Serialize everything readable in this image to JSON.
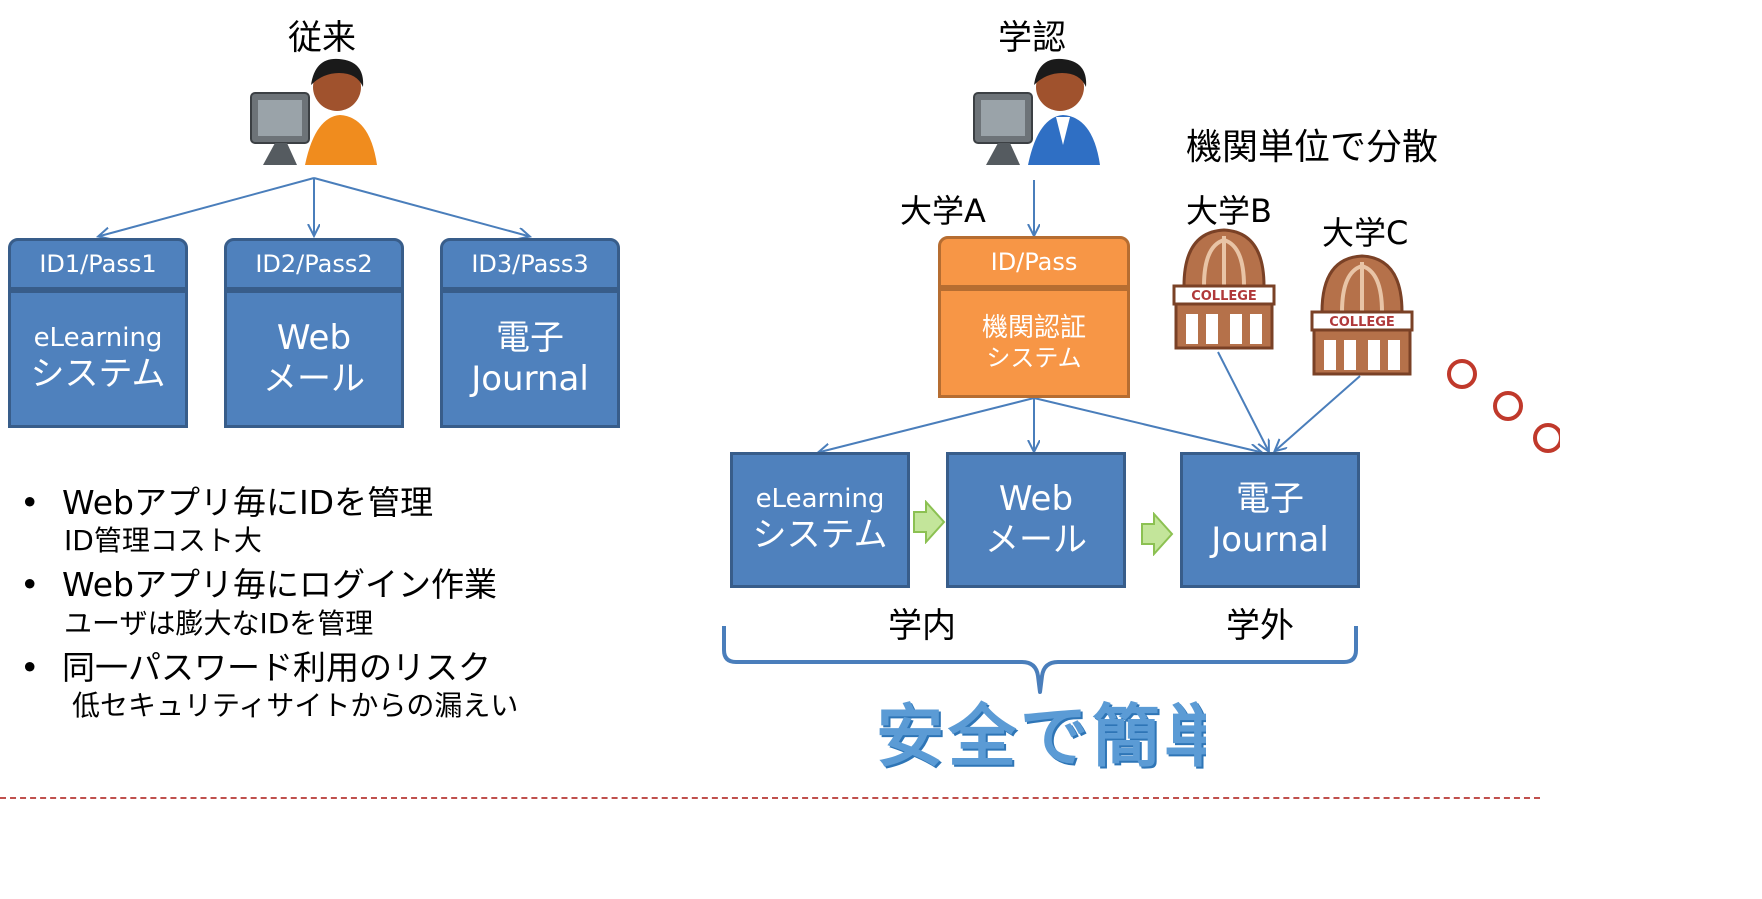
{
  "left": {
    "title": "従来",
    "boxes": [
      {
        "id_label": "ID1/Pass1",
        "line1": "eLearning",
        "line2": "システム"
      },
      {
        "id_label": "ID2/Pass2",
        "line1": "Web",
        "line2": "メール"
      },
      {
        "id_label": "ID3/Pass3",
        "line1": "電子",
        "line2": "Journal"
      }
    ],
    "bullets": [
      {
        "main": "Webアプリ毎にIDを管理",
        "sub": "ID管理コスト大"
      },
      {
        "main": "Webアプリ毎にログイン作業",
        "sub": "ユーザは膨大なIDを管理"
      },
      {
        "main": "同一パスワード利用のリスク",
        "sub": "低セキュリティサイトからの漏えい"
      }
    ]
  },
  "right": {
    "title": "学認",
    "user_label": "大学A",
    "distributed_label": "機関単位で分散",
    "univ_b": "大学B",
    "univ_c": "大学C",
    "college_text": "COLLEGE",
    "auth_box": {
      "id_label": "ID/Pass",
      "line1": "機関認証",
      "line2": "システム"
    },
    "services": [
      {
        "line1": "eLearning",
        "line2": "システム"
      },
      {
        "line1": "Web",
        "line2": "メール"
      },
      {
        "line1": "電子",
        "line2": "Journal"
      }
    ],
    "inside_label": "学内",
    "outside_label": "学外",
    "slogan": "安全で簡単"
  },
  "colors": {
    "box_blue": "#4f81bd",
    "box_orange": "#f79646",
    "arrow_blue": "#4a7ebb",
    "circle_red": "#c0392b",
    "dash_red": "#c0504d"
  }
}
